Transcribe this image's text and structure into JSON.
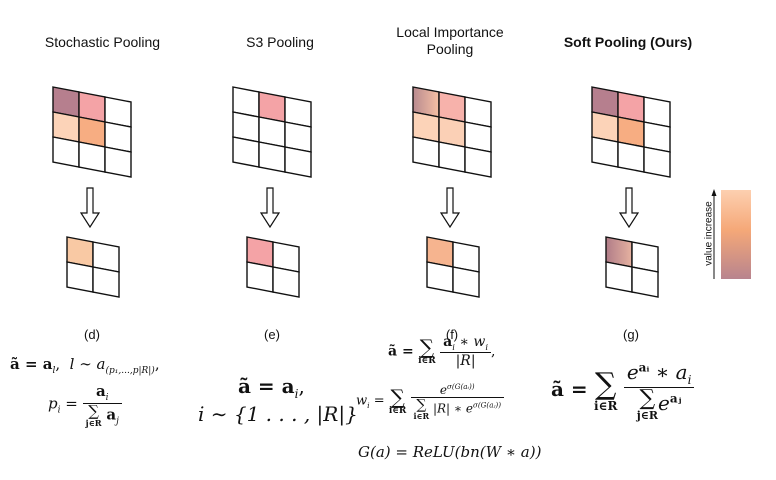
{
  "panels": [
    {
      "title": "Stochastic Pooling",
      "label": "(d)"
    },
    {
      "title": "S3 Pooling",
      "label": "(e)"
    },
    {
      "title_line1": "Local Importance",
      "title_line2": "Pooling",
      "label": "(f)"
    },
    {
      "title": "Soft Pooling (Ours)",
      "label": "(g)"
    }
  ],
  "colorbar": {
    "label": "value increase",
    "colors": [
      "#b8848e",
      "#f5a878",
      "#fdd0b0"
    ]
  },
  "equations": {
    "d": {
      "assign_lhs": "ã = a",
      "assign_sub": "l",
      "sample": "l ∼ a",
      "sample_sub": "(p₁,...,p|R|)",
      "p": "p",
      "p_sub": "i",
      "num": "a",
      "num_sub": "i",
      "den_sum_sub": "j∈R",
      "den": "a",
      "den_sub": "j"
    },
    "e": {
      "line1": "ã = a",
      "line1_sub": "i",
      "line2": "i ∼ {1 . . . , |R|}"
    },
    "f": {
      "line1_lhs": "ã =",
      "line1_sum_sub": "i∈R",
      "line1_num": "a",
      "line1_num_sub": "i",
      "line1_num_op": " ∗ w",
      "line1_num_sub2": "i",
      "line1_den": "|R|",
      "line2_lhs": "w",
      "line2_lhs_sub": "i",
      "line2_sum_sub": "i∈R",
      "line2_num": "e",
      "line2_num_sup": "σ(G(aᵢ))",
      "line2_den_sum_sub": "i∈R",
      "line2_den": "|R| ∗ e",
      "line2_den_sup": "σ(G(aⱼ))",
      "line3": "G(a) = ReLU(bn(W ∗ a))"
    },
    "g": {
      "lhs": "ã =",
      "sum_sub": "i∈R",
      "num_e": "e",
      "num_sup": "aᵢ",
      "num_op": " ∗ a",
      "num_sub": "i",
      "den_sum_sub": "j∈R",
      "den_e": "e",
      "den_sup": "aⱼ"
    }
  }
}
